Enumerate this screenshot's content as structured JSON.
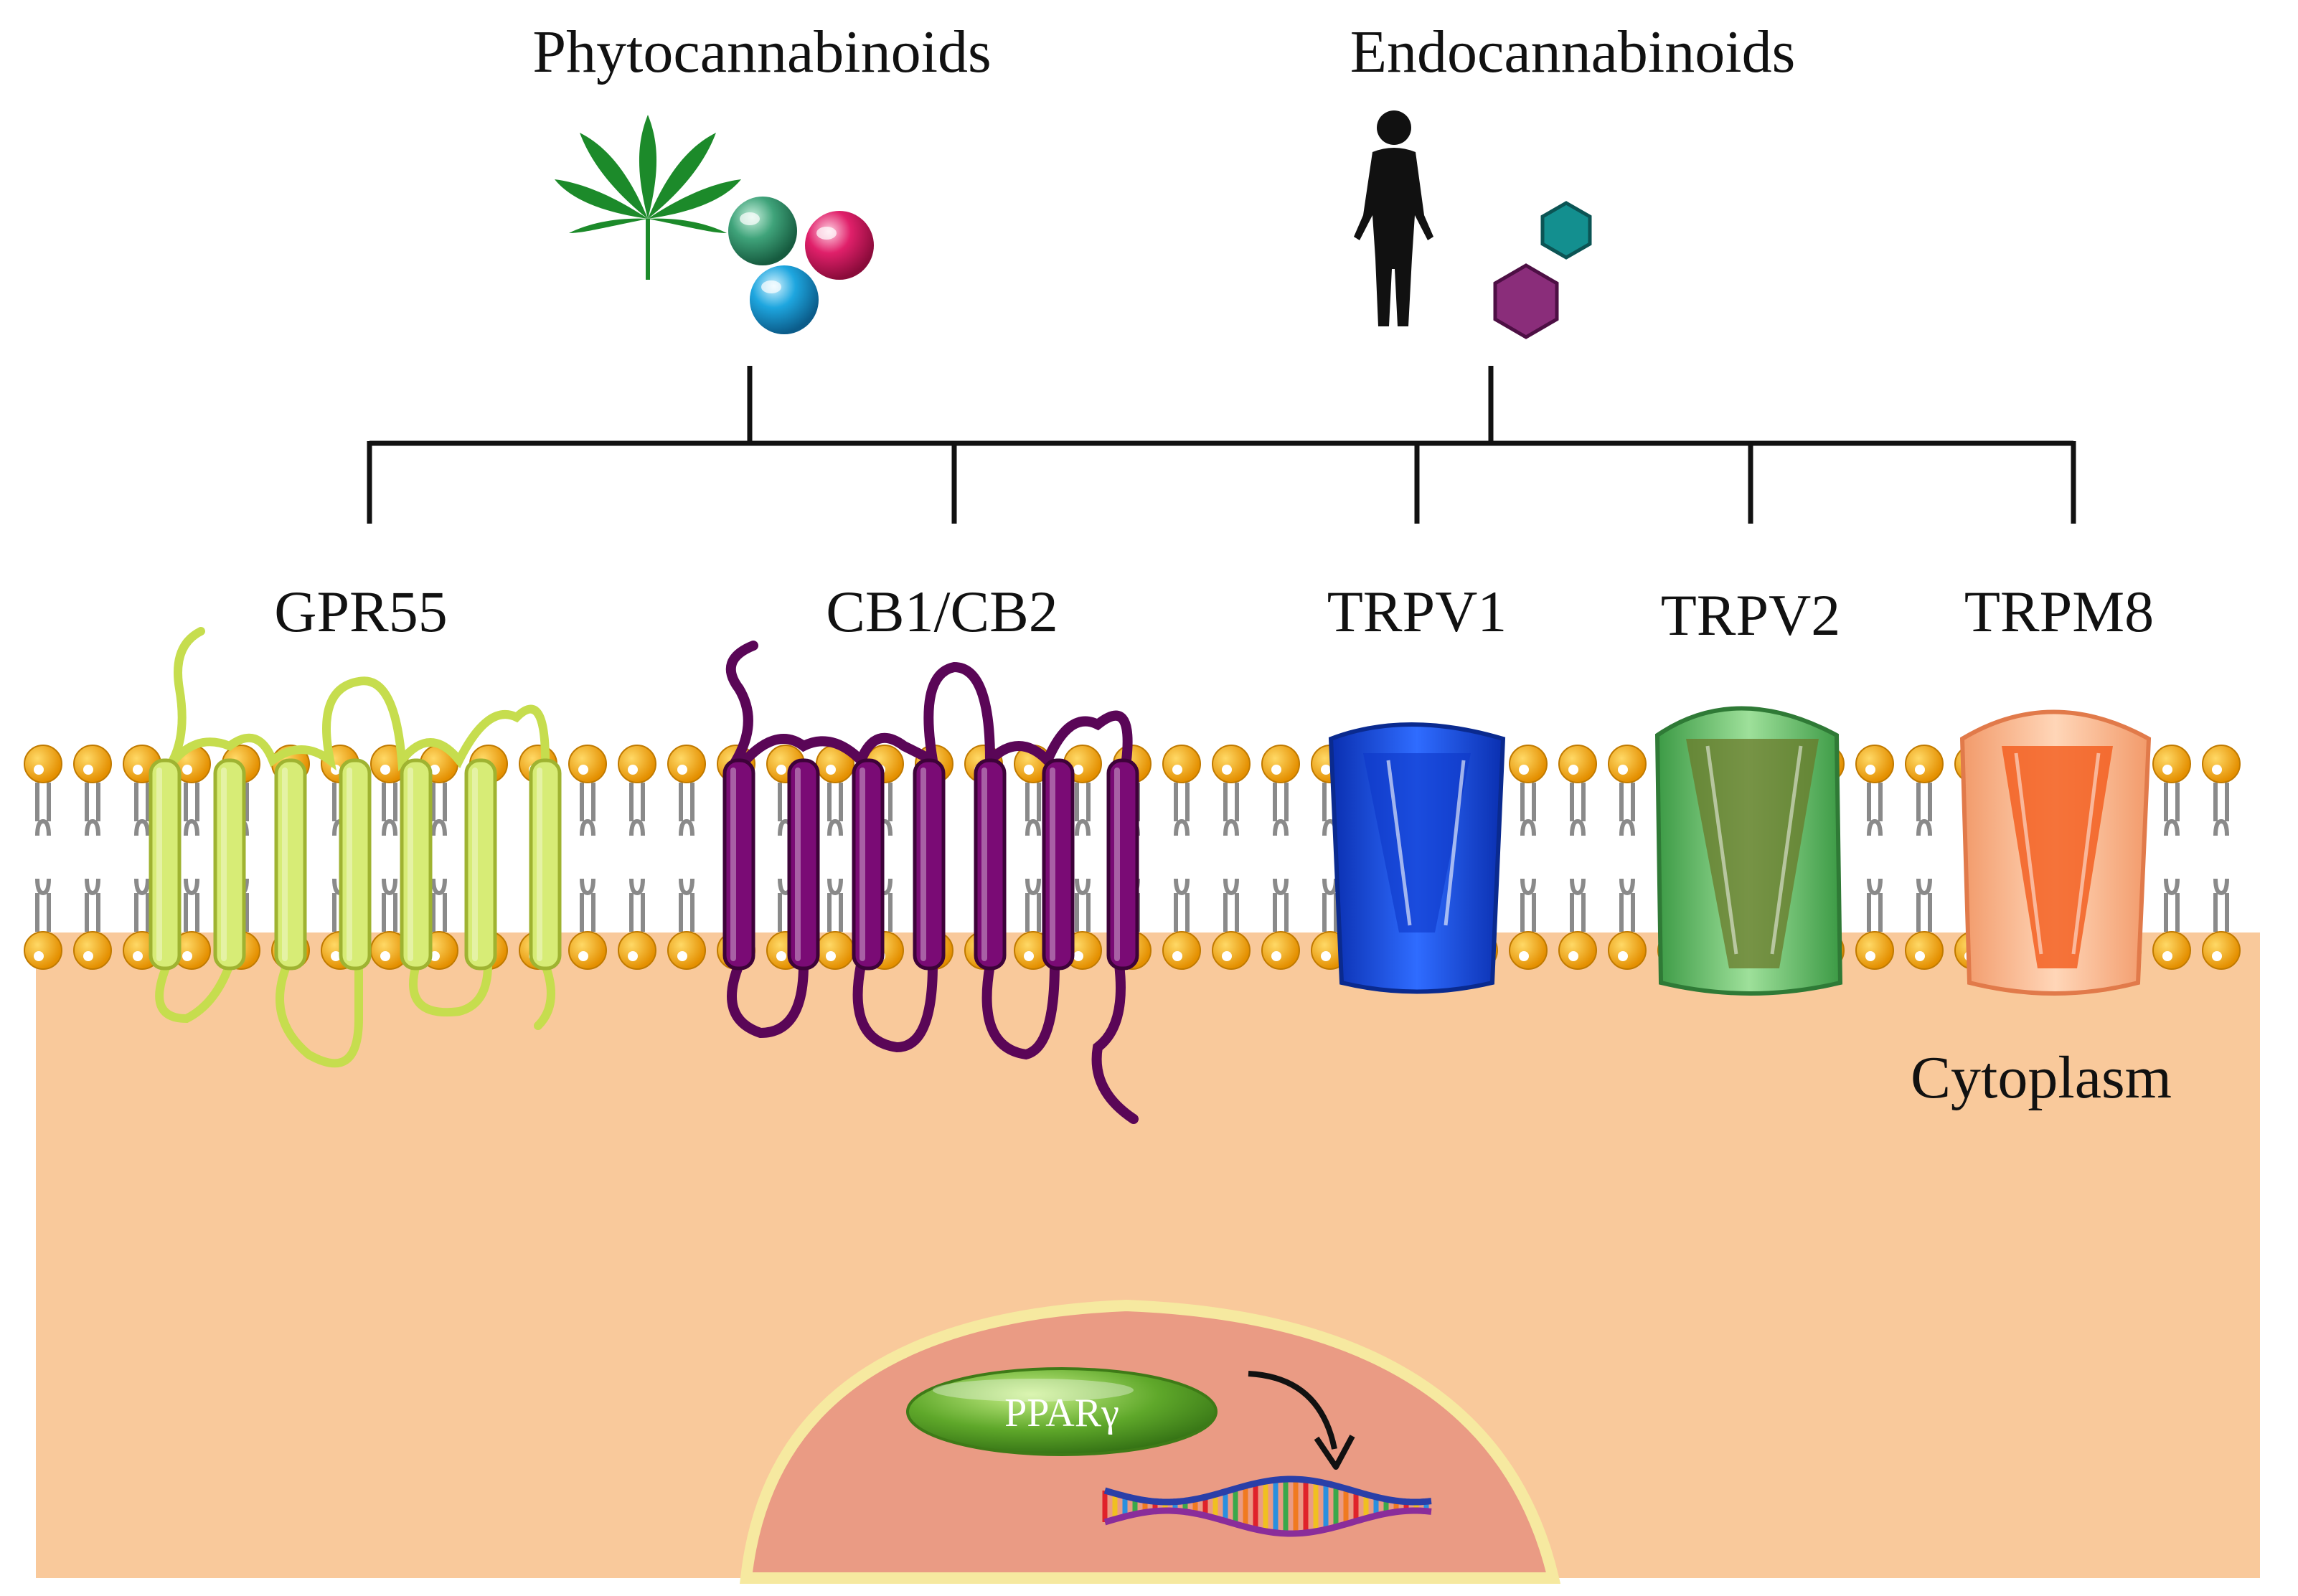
{
  "sources": [
    {
      "id": "phyto",
      "label": "Phytocannabinoids"
    },
    {
      "id": "endo",
      "label": "Endocannabinoids"
    }
  ],
  "receptors": [
    {
      "id": "gpr55",
      "label": "GPR55",
      "color": "#d7ec76"
    },
    {
      "id": "cb",
      "label": "CB1/CB2",
      "color": "#7a0b75"
    },
    {
      "id": "trpv1",
      "label": "TRPV1",
      "color": "#1f55e8"
    },
    {
      "id": "trpv2",
      "label": "TRPV2",
      "color": "#76c878"
    },
    {
      "id": "trpm8",
      "label": "TRPM8",
      "color": "#f39a70"
    }
  ],
  "compartments": {
    "cytoplasm": "Cytoplasm",
    "nuclear_receptor": "PPARγ"
  },
  "colors": {
    "cytoplasm": "#f9c99b",
    "nucleus": "#ea9b84",
    "nucleus_border": "#f6e9a0",
    "lipid_head": "#f2a20b",
    "lipid_tail": "#8a8a8a",
    "leaf": "#1c8a2a",
    "sphere_green": "#3a9a70",
    "sphere_pink": "#e0206a",
    "sphere_blue": "#1ea6df",
    "hex_teal": "#138f8f",
    "hex_purple": "#8a2d7a",
    "ppar": "#5fa82a",
    "line": "#111111"
  },
  "icons": [
    "cannabis-leaf-icon",
    "molecule-spheres-icon",
    "human-body-icon",
    "hexagon-molecules-icon",
    "dna-icon",
    "curved-arrow-icon"
  ]
}
